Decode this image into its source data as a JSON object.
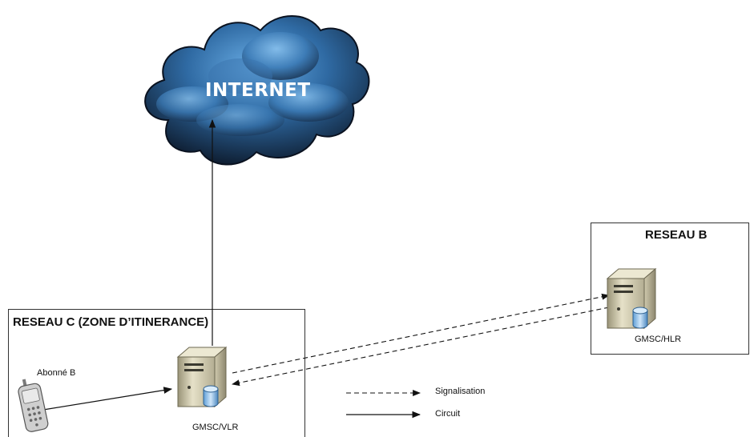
{
  "cloud": {
    "label": "INTERNET",
    "dark_color": "#0d1a2e",
    "light_color": "#5aa0d8"
  },
  "network_c": {
    "title": "RESEAU C (ZONE D’ITINERANCE)"
  },
  "network_b": {
    "title": "RESEAU B"
  },
  "nodes": {
    "subscriber": {
      "label": "Abonné B",
      "icon": "mobile-phone-icon"
    },
    "gmsc_vlr": {
      "label": "GMSC/VLR",
      "icon": "server-database-icon"
    },
    "gmsc_hlr": {
      "label": "GMSC/HLR",
      "icon": "server-database-icon"
    }
  },
  "legend": {
    "signalisation": "Signalisation",
    "circuit": "Circuit"
  }
}
